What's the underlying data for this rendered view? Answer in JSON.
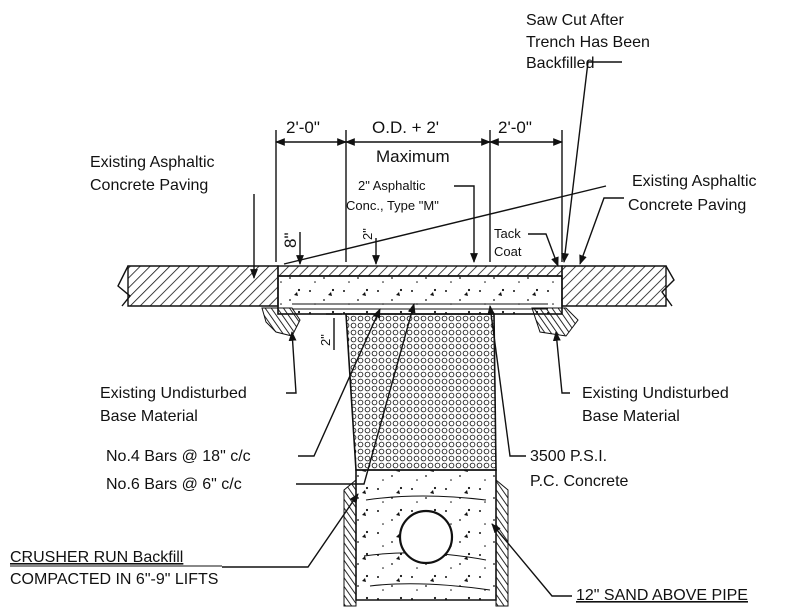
{
  "labels": {
    "saw_cut_line1": "Saw Cut After",
    "saw_cut_line2": "Trench Has Been",
    "saw_cut_line3": "Backfilled",
    "dim_left": "2'-0\"",
    "dim_center_line1": "O.D. + 2'",
    "dim_center_line2": "Maximum",
    "dim_right": "2'-0\"",
    "existing_paving_left_line1": "Existing Asphaltic",
    "existing_paving_left_line2": "Concrete Paving",
    "existing_paving_right_line1": "Existing Asphaltic",
    "existing_paving_right_line2": "Concrete Paving",
    "asphaltic_line1": "2\" Asphaltic",
    "asphaltic_line2": "Conc., Type \"M\"",
    "dim_8in": "8\"",
    "dim_2in_top": "2\"",
    "dim_2in_bottom": "2\"",
    "tack_coat_line1": "Tack",
    "tack_coat_line2": "Coat",
    "undisturbed_left_line1": "Existing Undisturbed",
    "undisturbed_left_line2": "Base Material",
    "undisturbed_right_line1": "Existing Undisturbed",
    "undisturbed_right_line2": "Base Material",
    "bars_no4": "No.4 Bars @ 18\" c/c",
    "bars_no6": "No.6 Bars @ 6\" c/c",
    "concrete_line1": "3500   P.S.I.",
    "concrete_line2": "P.C. Concrete",
    "crusher_line1": "CRUSHER RUN Backfill",
    "crusher_line2": "COMPACTED IN 6\"-9\" LIFTS",
    "sand": "12\" SAND ABOVE PIPE"
  },
  "colors": {
    "ink": "#111111",
    "background": "#ffffff"
  }
}
